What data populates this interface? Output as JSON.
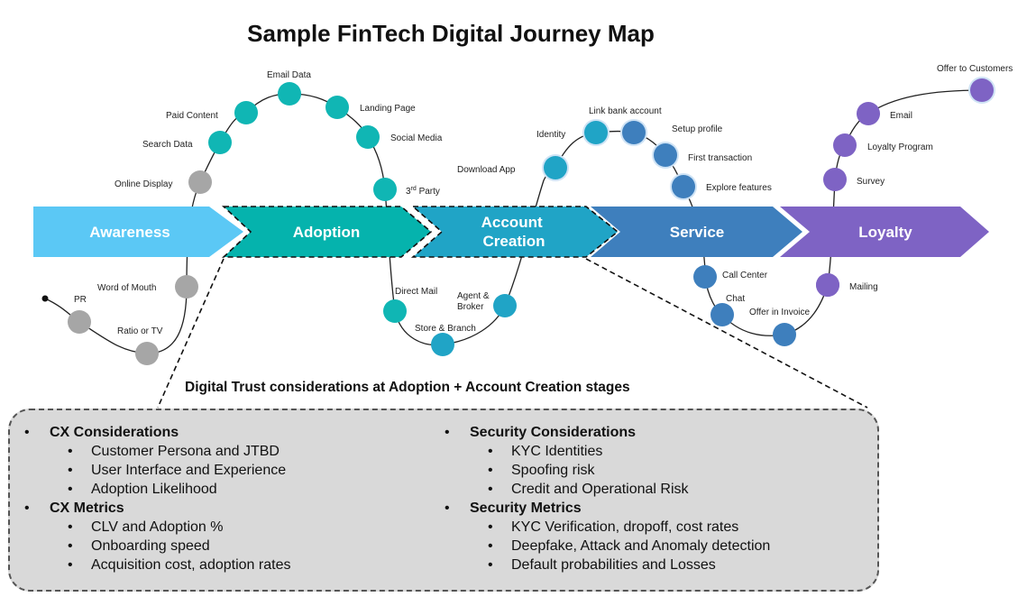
{
  "title": "Sample FinTech Digital Journey Map",
  "stages": [
    {
      "label": "Awareness",
      "color": "#5bc8f5"
    },
    {
      "label": "Adoption",
      "color": "#05b3ad"
    },
    {
      "label": "Account Creation",
      "lines": [
        "Account",
        "Creation"
      ],
      "color": "#20a4c6"
    },
    {
      "label": "Service",
      "color": "#3e7fbd"
    },
    {
      "label": "Loyalty",
      "color": "#7e63c4"
    }
  ],
  "touchpoints": [
    {
      "label": "PR",
      "color": "#a6a6a6"
    },
    {
      "label": "Ratio or TV",
      "color": "#a6a6a6"
    },
    {
      "label": "Word of Mouth",
      "color": "#a6a6a6"
    },
    {
      "label": "Online Display",
      "color": "#a6a6a6"
    },
    {
      "label": "Search Data",
      "color": "#10b6b4"
    },
    {
      "label": "Paid Content",
      "color": "#10b6b4"
    },
    {
      "label": "Email Data",
      "color": "#10b6b4"
    },
    {
      "label": "Landing Page",
      "color": "#10b6b4"
    },
    {
      "label": "Social Media",
      "color": "#10b6b4"
    },
    {
      "label": "3rd Party",
      "superscript": "rd",
      "color": "#10b6b4"
    },
    {
      "label": "Direct Mail",
      "color": "#10b6b4"
    },
    {
      "label": "Store & Branch",
      "color": "#20a4c6"
    },
    {
      "label": "Agent & Broker",
      "lines": [
        "Agent &",
        "Broker"
      ],
      "color": "#20a4c6"
    },
    {
      "label": "Download App",
      "color": "#20a4c6"
    },
    {
      "label": "Identity",
      "color": "#20a4c6"
    },
    {
      "label": "Link bank account",
      "color": "#3e7fbd"
    },
    {
      "label": "Setup profile",
      "color": "#3e7fbd"
    },
    {
      "label": "First transaction",
      "color": "#3e7fbd"
    },
    {
      "label": "Explore features",
      "color": "#3e7fbd"
    },
    {
      "label": "Call Center",
      "color": "#3e7fbd"
    },
    {
      "label": "Chat",
      "color": "#3e7fbd"
    },
    {
      "label": "Offer in Invoice",
      "color": "#7e63c4"
    },
    {
      "label": "Mailing",
      "color": "#7e63c4"
    },
    {
      "label": "Survey",
      "color": "#7e63c4"
    },
    {
      "label": "Loyalty Program",
      "color": "#7e63c4"
    },
    {
      "label": "Email",
      "color": "#7e63c4"
    },
    {
      "label": "Offer to Customers",
      "color": "#7e63c4"
    }
  ],
  "trust": {
    "heading": "Digital Trust considerations at Adoption + Account Creation stages",
    "left": [
      {
        "heading": "CX Considerations",
        "items": [
          "Customer Persona and JTBD",
          "User Interface and Experience",
          "Adoption Likelihood"
        ]
      },
      {
        "heading": "CX Metrics",
        "items": [
          "CLV and Adoption %",
          "Onboarding speed",
          "Acquisition cost, adoption rates"
        ]
      }
    ],
    "right": [
      {
        "heading": "Security Considerations",
        "items": [
          "KYC Identities",
          "Spoofing risk",
          "Credit and Operational Risk"
        ]
      },
      {
        "heading": "Security Metrics",
        "items": [
          "KYC Verification, dropoff, cost rates",
          "Deepfake, Attack and Anomaly detection",
          "Default probabilities and Losses"
        ]
      }
    ]
  }
}
